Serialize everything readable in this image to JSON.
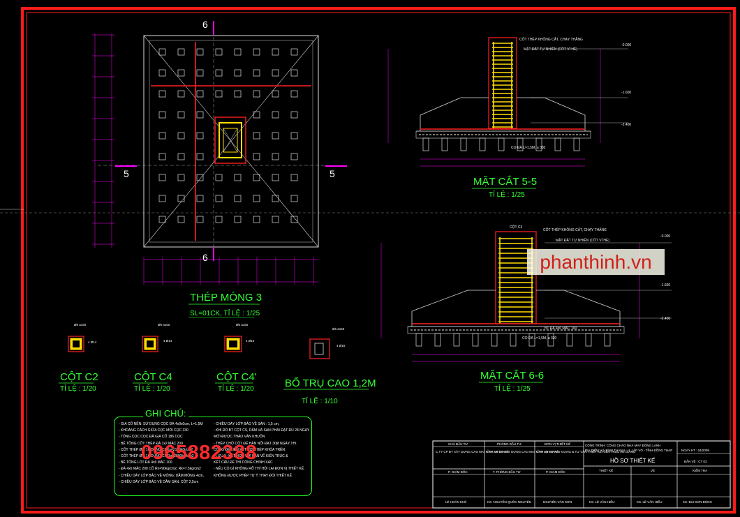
{
  "drawing": {
    "plan_title": "THÉP MÓNG 3",
    "plan_scale": "SL=01CK, TỈ LỆ : 1/25",
    "section_55_title": "MẶT CẮT 5-5",
    "section_55_scale": "TỈ LỆ : 1/25",
    "section_66_title": "MẶT CẮT 6-6",
    "section_66_scale": "TỈ LỆ : 1/25",
    "cut_marks": {
      "top": "6",
      "bottom": "6",
      "left": "5",
      "right": "5"
    },
    "columns": [
      {
        "name": "CỘT C2",
        "scale": "TỈ LỆ : 1/20",
        "bar": "4 Ø14",
        "stirrup": "Ø6 a150"
      },
      {
        "name": "CỘT C4",
        "scale": "TỈ LỆ : 1/20",
        "bar": "4 Ø14",
        "stirrup": "Ø6 a150"
      },
      {
        "name": "CỘT C4'",
        "scale": "TỈ LỆ : 1/20",
        "bar": "4 Ø16",
        "stirrup": "Ø6 a150"
      },
      {
        "name": "BỔ TRỤ CAO 1,2M",
        "scale": "TỈ LỆ : 1/10",
        "bar": "4 Ø16",
        "stirrup": "Ø6 a150"
      }
    ],
    "section_labels": {
      "steel_note": "CỐT THÉP KHÔNG CẮT, CHẠY THẲNG",
      "ground_note": "MẶT ĐẤT TỰ NHIÊN (CỐT VỈ HÈ)",
      "col_c3": "CỘT C3",
      "pile_note": "CỌ ĐÀ L=1,5M, a 330",
      "mac_note": "BT ĐÁ 4x6 MÁC 100",
      "level_0": "-0.000",
      "level_1": "-1.600",
      "level_2": "-2.400"
    },
    "notes_title": "GHI CHÚ:",
    "notes_left": [
      "- GIA CỐ NỀN: SỬ DỤNG CỌC ĐÀ 4x0x0cm, L=1,5M",
      "- KHOẢNG CÁCH GIỮA CỌC MỖI CỌC 330",
      "- TỔNG CỌC CỌC ĐÀ GIA CỐ 186 CỌC",
      "- BÊ TÔNG CỐT THÉP ĐÁ 1x2 MÁC 200",
      "- CỐT THÉP Ø < 10 DÙNG CI Ra=2100kG/cm2",
      "- CỐT THÉP Ø > 10 DÙNG CII Ra=2800kG/cm2",
      "- BÊ TÔNG LÓT ĐÁ 4x6 MÁC 100",
      "- ĐÁ 4x6 MÁC 200 CỐ Rn=90kg/cm2, Rk=7.5kg/cm2",
      "- CHIỀU DÀY LỚP BẢO VỆ MÓNG: DẦM MÓNG 4cm,",
      "- CHIỀU DÀY LỚP BẢO VỆ DẦM SÀN, CỘT 2,5cm"
    ],
    "notes_right": [
      "- CHIỀU DÀY LỚP BẢO VỆ SÀN : 1,5 cm,",
      "- KHI ĐỔ BT CỘT CS, DẦM VÀ SÀN PHẢI ĐẠT ĐỦ 28 NGÀY",
      "  MỚI ĐƯỢC THÁO VÁN KHUÔN",
      "- THÉP CHỜ CỘT ĐỂ HÀN NỐI ĐẠT 30Ø NGÀY THI",
      "  CÔNG ĐỂ LIÊN KẾT VỚI THÉP KHÓA TRÊN",
      "- LƯU Ý: KẾT HỢP VỚI BẢN VẼ KIẾN TRÚC &",
      "  KẾT CẤU ĐỂ THI CÔNG CHÍNH XÁC",
      "- NẾU CÓ GÌ KHÔNG RÕ THÌ HỎI LẠI ĐƠN VỊ THIẾT KẾ,",
      "  KHÔNG ĐƯỢC PHÉP TỰ Ý THAY ĐỔI THIẾT KẾ"
    ],
    "phone": "0965882388",
    "brand": "phanthinh.vn"
  },
  "title_block": {
    "col1_head": "CHỦ ĐẦU TƯ",
    "col1_body": "C.TY CP ĐT XÂY DỰNG CAO MAI TỈNH AN GIANG",
    "col1_role": "P. GIÁM ĐỐC",
    "col1_name": "LÊ HOÀN KHÊ",
    "col2_head": "PHÒNG ĐẦU TƯ",
    "col2_body": "C.TY CP ĐT XÂY DỰNG CAO MAI TỈNH AN GIANG",
    "col2_role": "T. PHÒNG ĐẦU TƯ",
    "col2_name": "KS. NGUYỄN QUỐC NGUYÊN",
    "col3_head": "ĐƠN VỊ THIẾT KẾ",
    "col3_body": "C.TY CP ĐT XÂY DỰNG & TƯ VẤN THIẾT KẾ KIẾN TRÚC AN GIANG",
    "col3_role": "P. GIÁM ĐỐC",
    "col3_name": "NGUYỄN VĂN SƠN",
    "project": "CÔNG TRÌNH: CÔNG CHÁO NHÀ MÁY ĐÔNG LẠNH",
    "location": "ĐỊA ĐIỂM: XÃ BÌNH THÀNH - H. LẤP VÒ - TỈNH ĐỒNG THÁP",
    "date": "NGÀY HT : 04/2009",
    "dossier": "HỒ SƠ THIẾT KẾ",
    "sheet": "BẢN VẼ : CT 03",
    "role_design": "THIẾT KẾ",
    "role_draw": "VẼ",
    "role_check": "KIỂM TRA",
    "name_design": "KS. LÊ VĂN HIẾU",
    "name_draw": "KS. LÊ VĂN HIẾU",
    "name_check": "KS. BÙI SƠN DŨNG"
  },
  "colors": {
    "frame": "#ff1a1a",
    "steel": "#ffdd00",
    "text_green": "#33ff33",
    "dimension": "#ff00ff",
    "title_block": "#ffffff"
  }
}
